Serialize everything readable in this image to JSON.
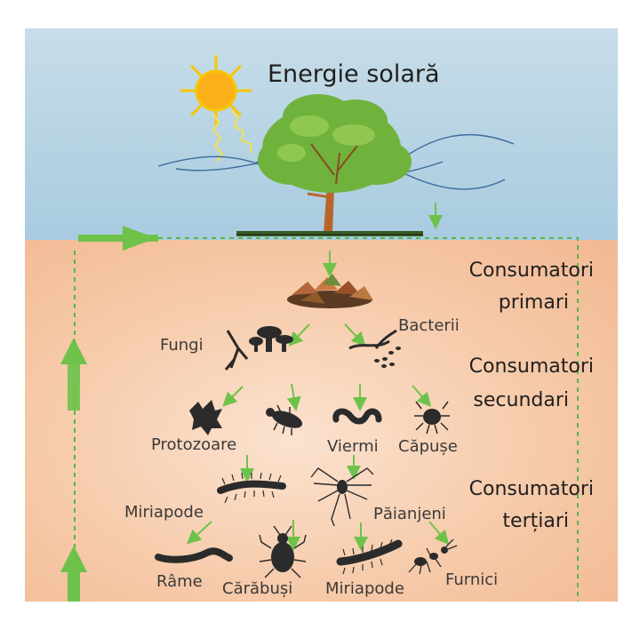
{
  "title": "Energie solară",
  "categories": {
    "primary_line1": "Consumatori",
    "primary_line2": "primari",
    "secondary_line1": "Consumatori",
    "secondary_line2": "secundari",
    "tertiary_line1": "Consumatori",
    "tertiary_line2": "terțiari"
  },
  "organisms": {
    "fungi": "Fungi",
    "bacteria": "Bacterii",
    "protozoa": "Protozoare",
    "worms": "Viermi",
    "ticks": "Căpușe",
    "millipedes_1": "Miriapode",
    "spiders": "Păianjeni",
    "earthworms": "Râme",
    "beetles": "Cărăbuși",
    "millipedes_2": "Miriapode",
    "ants": "Furnici"
  },
  "colors": {
    "arrow_green": "#6ec24a",
    "dashed_green": "#55b84a",
    "sky": "#a9cbe0",
    "soil": "#f6caa9",
    "silhouette": "#2b2b2b"
  }
}
